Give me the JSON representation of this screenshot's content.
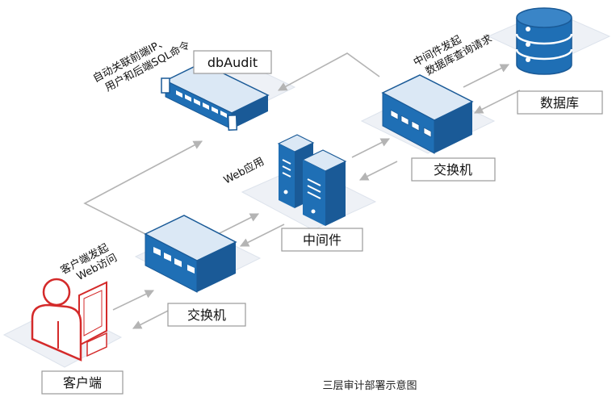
{
  "labels": {
    "dbaudit": "dbAudit",
    "database": "数据库",
    "switch_top": "交换机",
    "switch_bottom": "交换机",
    "middleware": "中间件",
    "client": "客户端",
    "web_app": "Web应用",
    "audit_note_line1": "自动关联前端IP、",
    "audit_note_line2": "用户和后端SQL命令",
    "mw_note_line1": "中间件发起",
    "mw_note_line2": "数据库查询请求",
    "client_note_line1": "客户端发起",
    "client_note_line2": "Web访问",
    "caption": "三层审计部署示意图"
  },
  "colors": {
    "device_blue": "#1f6fb5",
    "device_dark": "#1a5a97",
    "panel_light": "#dbe8f5",
    "client_red": "#d42a2a",
    "arrow_gray": "#b4b4b4",
    "platform": "#eef1f6"
  }
}
